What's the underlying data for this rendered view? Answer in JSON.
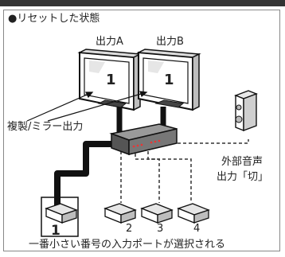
{
  "header": {
    "bullet": "●",
    "title": "リセットした状態"
  },
  "outputs": {
    "a_label": "出力A",
    "b_label": "出力B",
    "screen_number_a": "1",
    "screen_number_b": "1"
  },
  "mirror_label": "複製/ミラー出力",
  "external_audio": {
    "line1": "外部音声",
    "line2": "出力「切」"
  },
  "sources": [
    {
      "label": "1",
      "selected": true
    },
    {
      "label": "2",
      "selected": false
    },
    {
      "label": "3",
      "selected": false
    },
    {
      "label": "4",
      "selected": false
    }
  ],
  "caption": "一番小さい番号の入力ポートが選択される"
}
